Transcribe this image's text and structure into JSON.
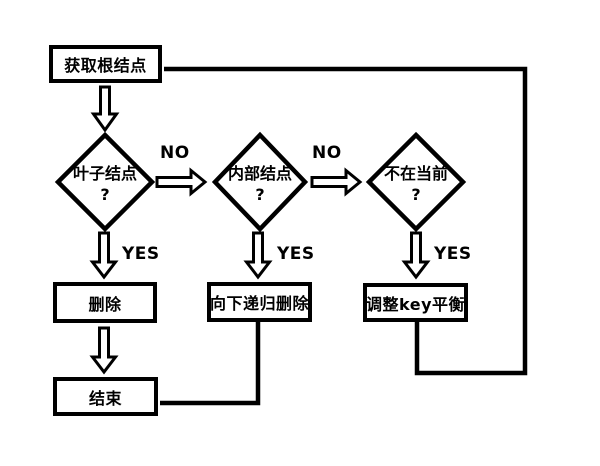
{
  "flowchart": {
    "colors": {
      "background": "#ffffff",
      "stroke": "#000000",
      "text": "#000000"
    },
    "nodes": {
      "start": {
        "label": "获取根结点",
        "shape": "rectangle"
      },
      "leaf_decision": {
        "label": "叶子结点",
        "qmark": "?",
        "shape": "diamond"
      },
      "internal_decision": {
        "label": "内部结点",
        "qmark": "?",
        "shape": "diamond"
      },
      "not_current_decision": {
        "label": "不在当前",
        "qmark": "?",
        "shape": "diamond"
      },
      "delete": {
        "label": "删除",
        "shape": "rectangle"
      },
      "recursive_delete": {
        "label": "向下递归删除",
        "shape": "rectangle"
      },
      "adjust_key_balance": {
        "label": "调整key平衡",
        "shape": "rectangle"
      },
      "end": {
        "label": "结束",
        "shape": "rectangle"
      }
    },
    "edge_labels": {
      "no_1": "NO",
      "no_2": "NO",
      "yes_1": "YES",
      "yes_2": "YES",
      "yes_3": "YES"
    }
  }
}
